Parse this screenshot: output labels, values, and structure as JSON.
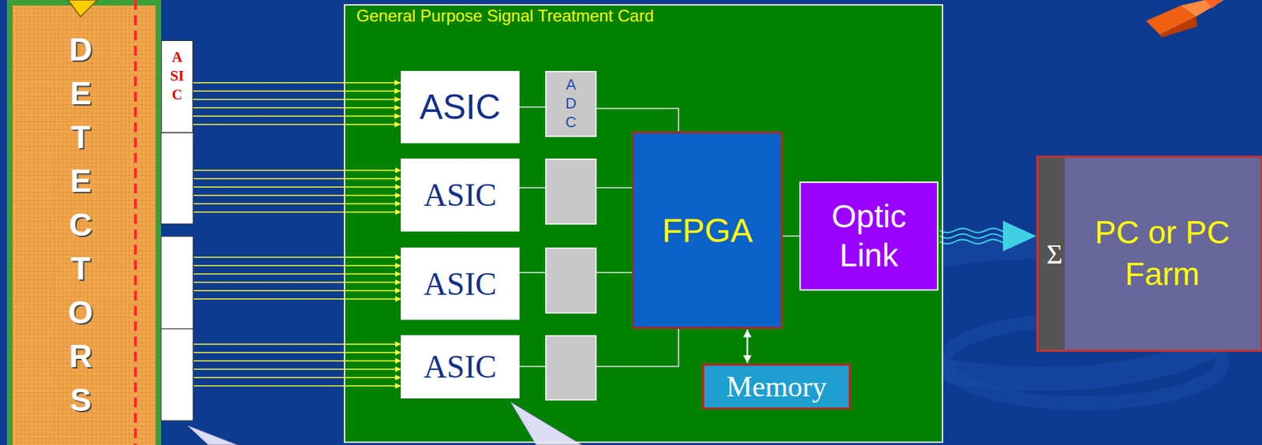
{
  "diagram": {
    "nodes": [
      {
        "text": [
          "DETECTORS"
        ]
      },
      {
        "text": [
          "ASIC"
        ]
      },
      {
        "text": [
          "General Purpose Signal Treatment Card"
        ]
      },
      {
        "text": [
          "ASIC"
        ],
        "in": 2
      },
      {
        "text": [
          "ADC"
        ],
        "in": 2
      },
      {
        "text": [
          "ASIC"
        ],
        "in": 2
      },
      {
        "text": [
          "ASIC"
        ],
        "in": 2
      },
      {
        "text": [
          "ASIC"
        ],
        "in": 2
      },
      {
        "text": [
          "FPGA"
        ],
        "in": 2
      },
      {
        "text": [
          "Optic Link"
        ],
        "in": 2
      },
      {
        "text": [
          "Memory"
        ],
        "in": 2
      },
      {
        "text": [
          "Σ"
        ]
      },
      {
        "text": [
          "PC or PC Farm"
        ]
      }
    ],
    "edges": [
      {
        "from": 1,
        "to": 3,
        "arrow": "to"
      },
      {
        "from": 3,
        "to": 4,
        "arrow": "none"
      },
      {
        "from": 4,
        "to": 8,
        "arrow": "none"
      },
      {
        "from": 5,
        "to": 8,
        "arrow": "none"
      },
      {
        "from": 6,
        "to": 8,
        "arrow": "none"
      },
      {
        "from": 7,
        "to": 8,
        "arrow": "none"
      },
      {
        "from": 8,
        "to": 9,
        "arrow": "none"
      },
      {
        "from": 8,
        "to": 10,
        "arrow": "both"
      },
      {
        "from": 9,
        "to": 11,
        "arrow": "to"
      }
    ]
  }
}
